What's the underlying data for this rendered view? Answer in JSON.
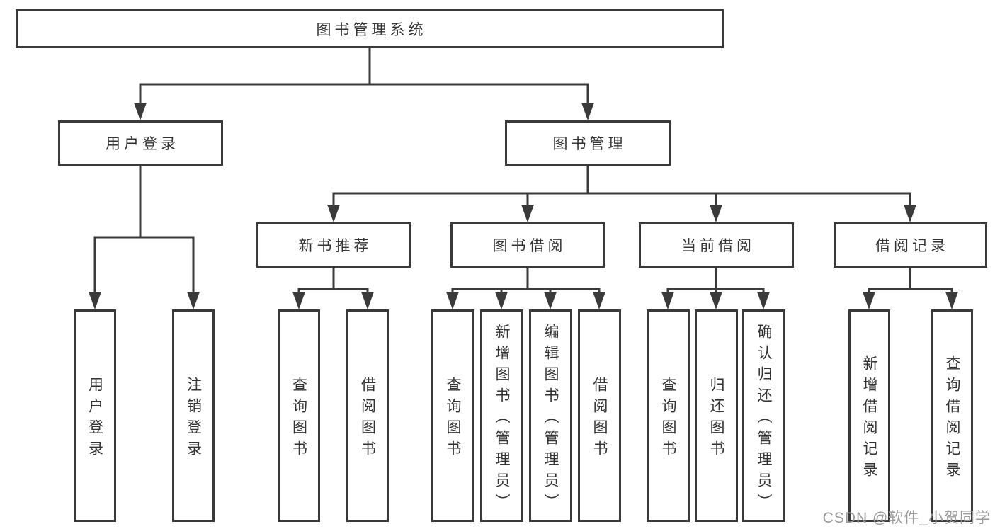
{
  "diagram_title": "图书管理系统",
  "colors": {
    "line": "#3a3a3a",
    "box_border": "#3a3a3a",
    "box_fill": "#ffffff",
    "text": "#333333",
    "watermark": "#9a9a9a",
    "background": "#ffffff"
  },
  "watermark": {
    "text": "CSDN @软件_小贺同学"
  },
  "tree": {
    "root": {
      "label": "图书管理系统"
    },
    "branches": [
      {
        "label": "用户登录",
        "children": [
          {
            "label": "用户登录"
          },
          {
            "label": "注销登录"
          }
        ]
      },
      {
        "label": "图书管理",
        "children": [
          {
            "label": "新书推荐",
            "children": [
              {
                "label": "查询图书"
              },
              {
                "label": "借阅图书"
              }
            ]
          },
          {
            "label": "图书借阅",
            "children": [
              {
                "label": "查询图书"
              },
              {
                "label": "新增图书（管理员）"
              },
              {
                "label": "编辑图书（管理员）"
              },
              {
                "label": "借阅图书"
              }
            ]
          },
          {
            "label": "当前借阅",
            "children": [
              {
                "label": "查询图书"
              },
              {
                "label": "归还图书"
              },
              {
                "label": "确认归还（管理员）"
              }
            ]
          },
          {
            "label": "借阅记录",
            "children": [
              {
                "label": "新增借阅记录"
              },
              {
                "label": "查询借阅记录"
              }
            ]
          }
        ]
      }
    ]
  }
}
